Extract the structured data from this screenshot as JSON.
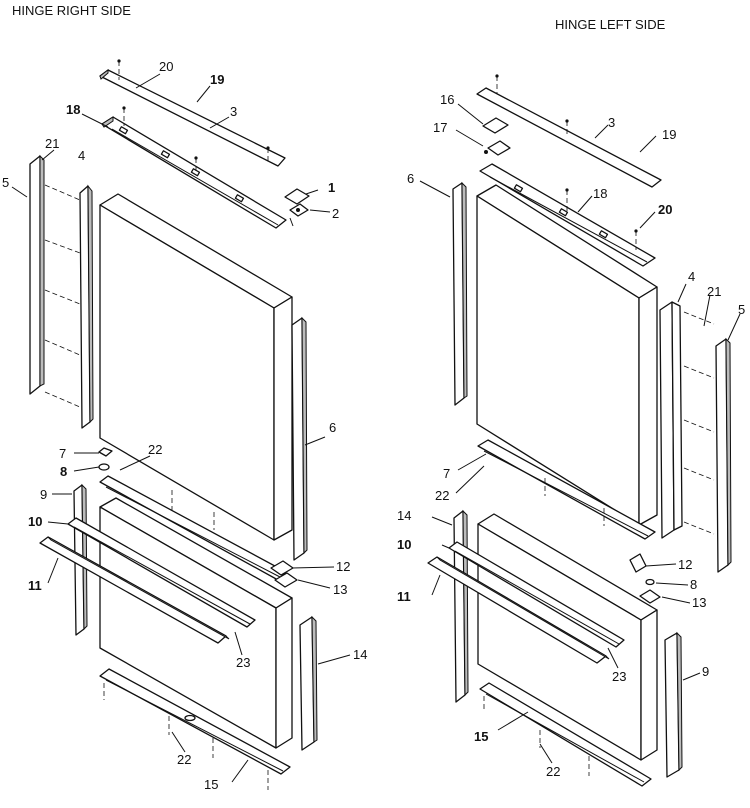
{
  "titles": {
    "right": "HINGE RIGHT SIDE",
    "left": "HINGE LEFT SIDE"
  },
  "labels": {
    "right": {
      "p1": "1",
      "p2": "2",
      "p3": "3",
      "p4": "4",
      "p5": "5",
      "p6": "6",
      "p7": "7",
      "p8": "8",
      "p9": "9",
      "p10": "10",
      "p11": "11",
      "p12": "12",
      "p13": "13",
      "p14": "14",
      "p15": "15",
      "p18": "18",
      "p19": "19",
      "p20": "20",
      "p21": "21",
      "p22a": "22",
      "p22b": "22",
      "p23": "23"
    },
    "left": {
      "p3": "3",
      "p4": "4",
      "p5": "5",
      "p6": "6",
      "p7": "7",
      "p8": "8",
      "p9": "9",
      "p10": "10",
      "p11": "11",
      "p12": "12",
      "p13": "13",
      "p14": "14",
      "p15": "15",
      "p16": "16",
      "p17": "17",
      "p18": "18",
      "p19": "19",
      "p20": "20",
      "p21": "21",
      "p22a": "22",
      "p22b": "22",
      "p23": "23"
    }
  }
}
